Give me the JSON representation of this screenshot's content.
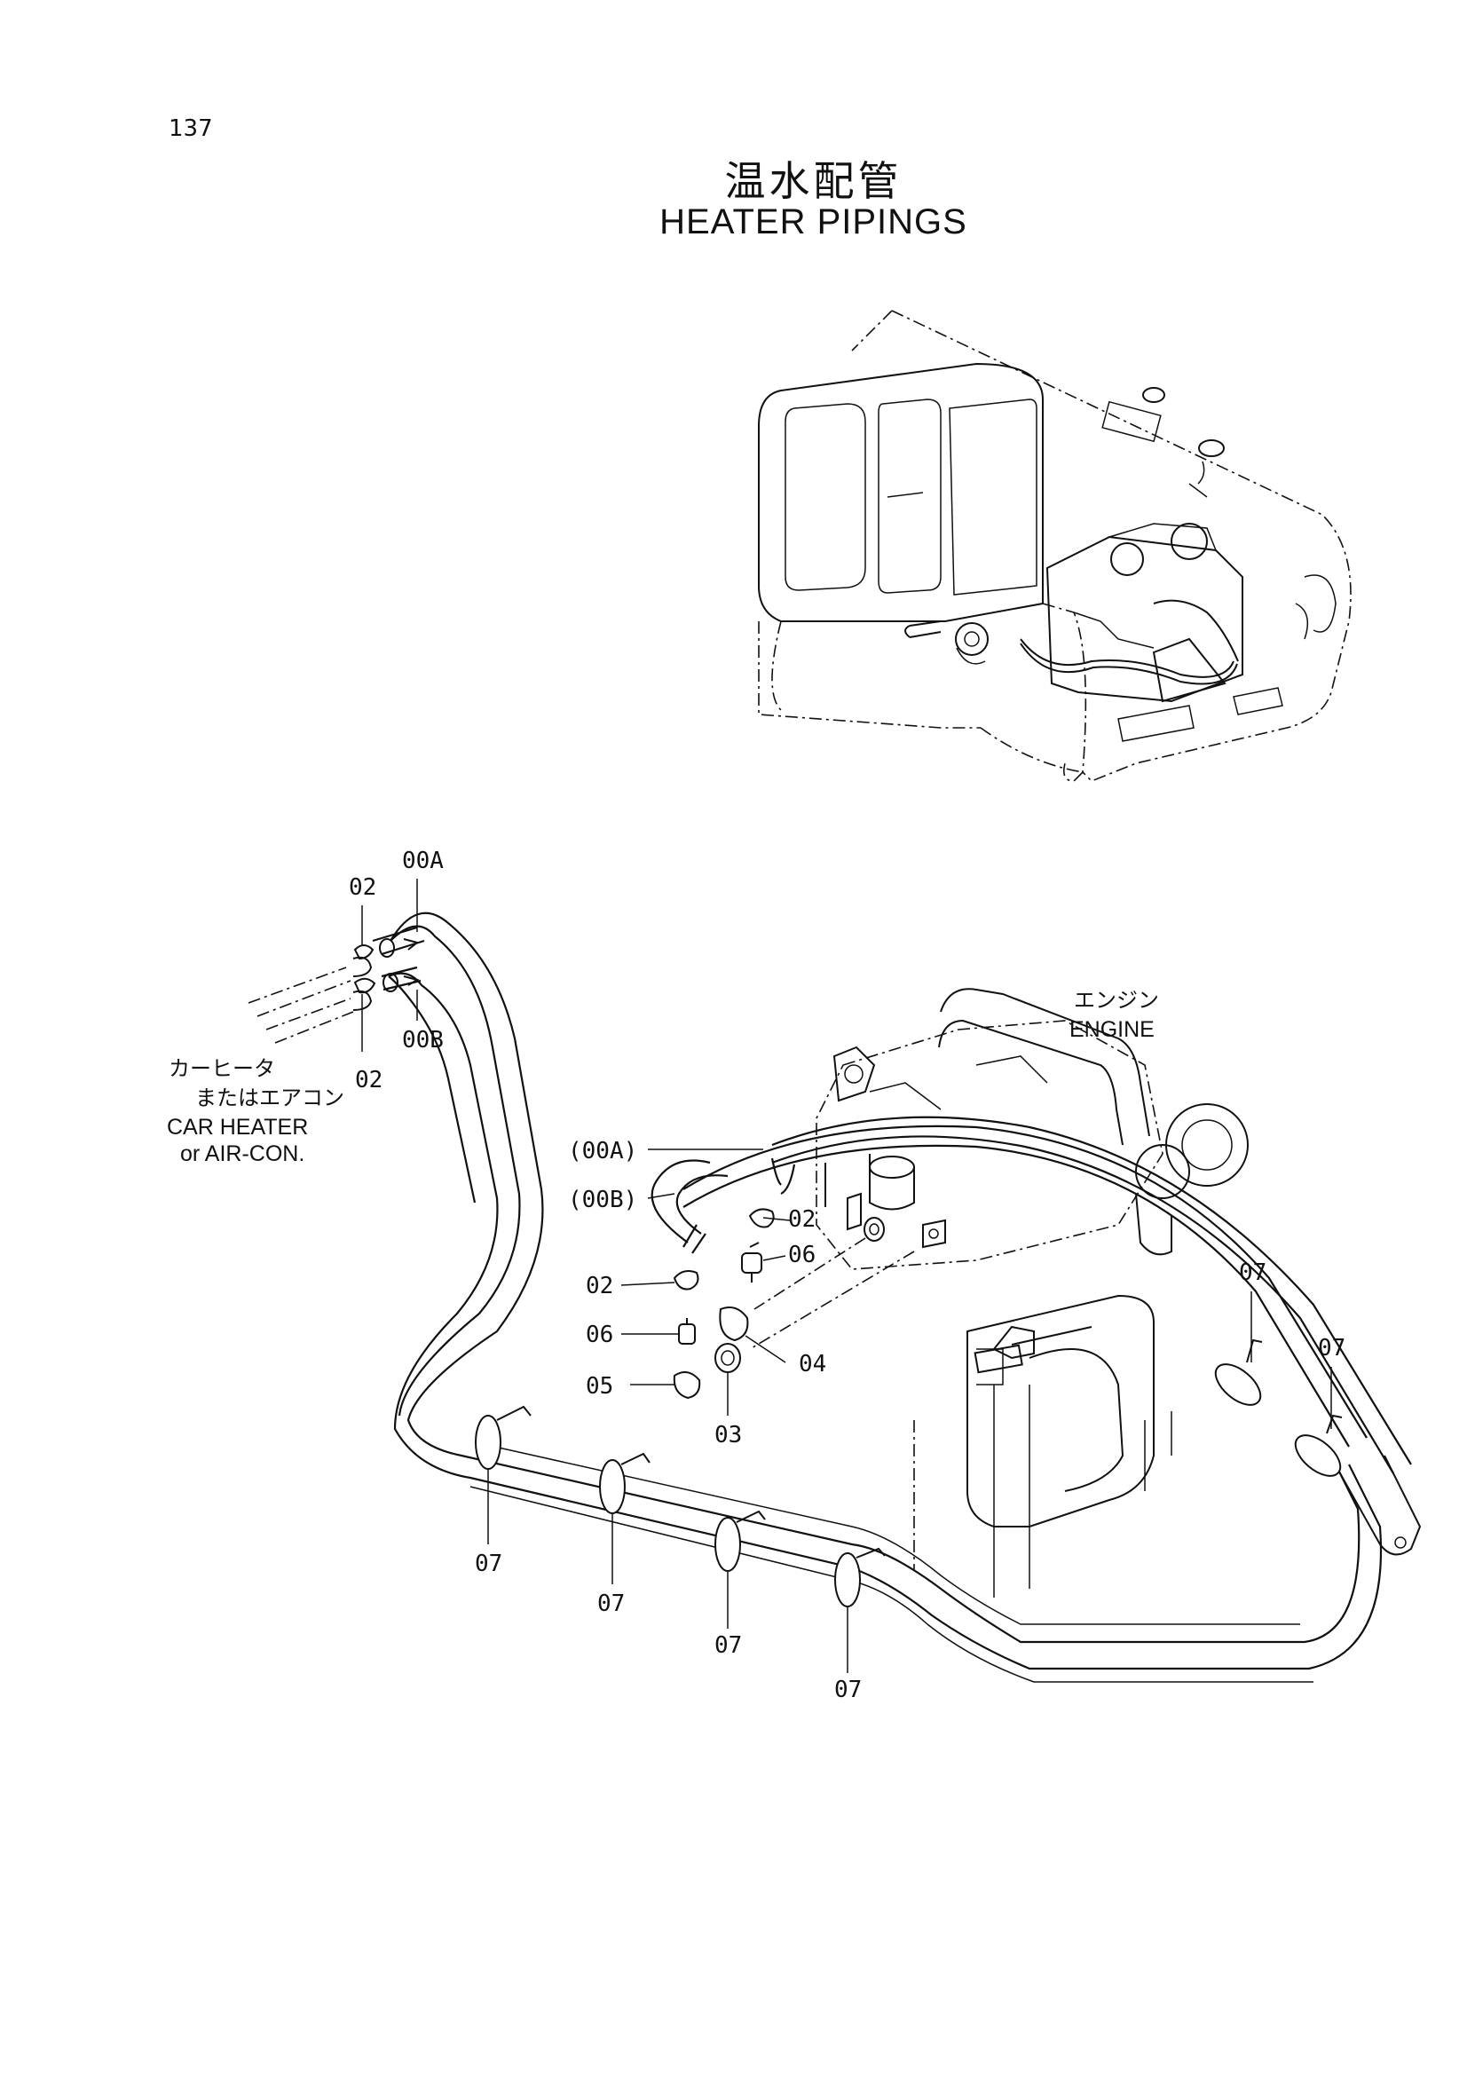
{
  "page": {
    "number": "137"
  },
  "title": {
    "jp": "温水配管",
    "en": "HEATER  PIPINGS"
  },
  "labels": {
    "car_heater_jp_1": "カーヒータ",
    "car_heater_jp_2": "またはエアコン",
    "car_heater_en_1": "CAR HEATER",
    "car_heater_en_2": "or  AIR-CON.",
    "engine_jp": "エンジン",
    "engine_en": "ENGINE"
  },
  "callouts": {
    "c00A": "00A",
    "c00B": "00B",
    "c02_top": "02",
    "c02_bottom": "02",
    "c00A_paren": "(00A)",
    "c00B_paren": "(00B)",
    "c02_right": "02",
    "c06_right": "06",
    "c02_left": "02",
    "c06_left": "06",
    "c04": "04",
    "c05": "05",
    "c03": "03",
    "c07_a": "07",
    "c07_b": "07",
    "c07_c": "07",
    "c07_d": "07",
    "c07_e": "07",
    "c07_f": "07"
  }
}
